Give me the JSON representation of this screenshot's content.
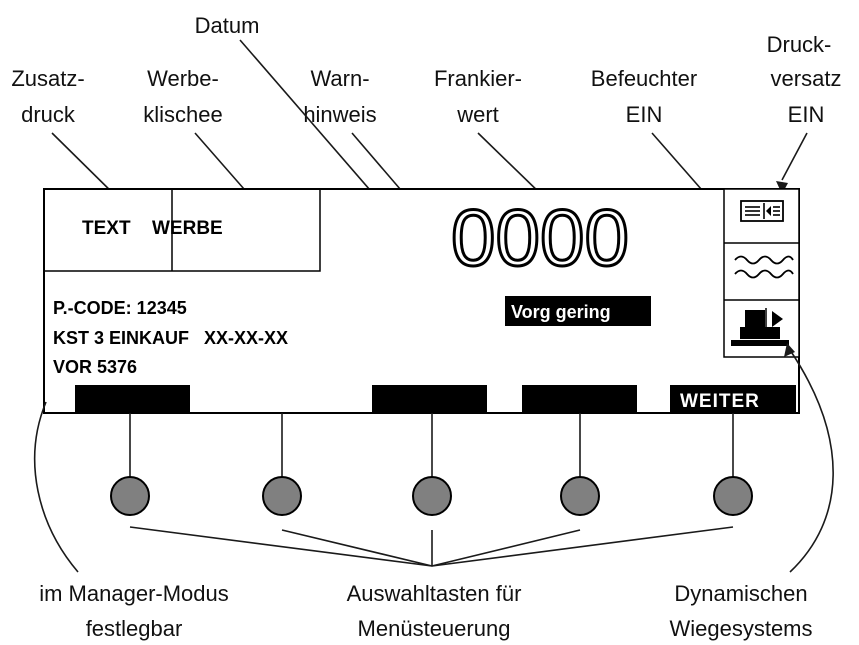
{
  "callouts": {
    "datum": "Datum",
    "zusatzdruck": [
      "Zusatz-",
      "druck"
    ],
    "werbeklischee": [
      "Werbe-",
      "klischee"
    ],
    "warnhinweis": [
      "Warn-",
      "hinweis"
    ],
    "frankierwert": [
      "Frankier-",
      "wert"
    ],
    "befeuchter": [
      "Befeuchter",
      "EIN"
    ],
    "druckversatz": [
      "Druck-",
      "versatz",
      "EIN"
    ],
    "manager_modus": [
      "im Manager-Modus",
      "festlegbar"
    ],
    "auswahltasten": [
      "Auswahltasten für",
      "Menüsteuerung"
    ],
    "wiegesystem": [
      "Dynamischen",
      "Wiegesystems"
    ]
  },
  "display": {
    "text_label": "TEXT",
    "werbe_label": "WERBE",
    "value_digits": "0000",
    "warning": "Vorg gering",
    "info_lines": [
      "P.-CODE: 12345",
      "KST 3 EINKAUF   XX-XX-XX",
      "VOR 5376"
    ],
    "softkey_5": "WEITER"
  },
  "icons": {
    "top": "print-offset-icon",
    "middle": "moistener-icon",
    "bottom": "scale-icon"
  },
  "colors": {
    "ink": "#000000",
    "button_fill": "#808080",
    "label": "#111111"
  }
}
